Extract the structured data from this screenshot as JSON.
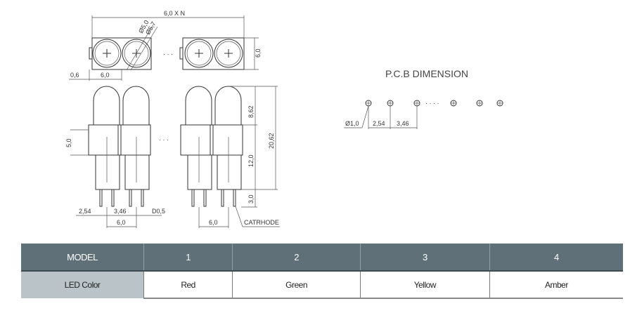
{
  "drawing": {
    "top_width_label": "6,0 X N",
    "diam_inner": "Ø5,0",
    "diam_outer": "Ø5,7",
    "height_top": "6,0",
    "offset_label": "0,6",
    "pitch_top": "6,0",
    "collar_height": "5,0",
    "dome_height": "8,62",
    "total_height": "20,62",
    "body_height": "12,0",
    "lead_length": "3,0",
    "lead_pitch": "2,54",
    "gap": "3,46",
    "lead_diam": "D0,5",
    "pitch_bottom_left": "6,0",
    "pitch_bottom_right": "6,0",
    "cathode_label": "CATRHODE",
    "ellipsis": "· · ·"
  },
  "pcb": {
    "title": "P.C.B DIMENSION",
    "hole_diam": "Ø1,0",
    "pitch": "2,54",
    "gap": "3,46",
    "ellipsis": "· · · ·"
  },
  "table": {
    "header_label": "MODEL",
    "models": [
      "1",
      "2",
      "3",
      "4"
    ],
    "row_label": "LED Color",
    "colors": [
      "Red",
      "Green",
      "Yellow",
      "Amber"
    ]
  }
}
